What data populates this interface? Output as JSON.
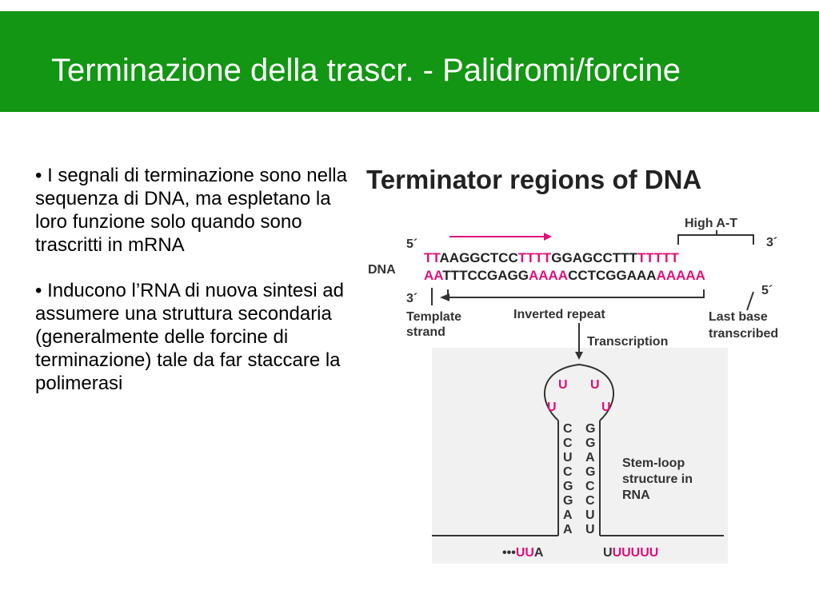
{
  "slide": {
    "title": "Terminazione della trascr. - Palidromi/forcine",
    "bullets": [
      "• I segnali di terminazione sono nella sequenza di DNA, ma espletano la loro funzione solo quando sono trascritti in mRNA",
      "• Inducono l’RNA di nuova sintesi ad assumere una struttura secondaria (generalmente delle forcine di terminazione) tale da far staccare la polimerasi"
    ]
  },
  "figure": {
    "title": "Terminator regions of DNA",
    "high_at_label": "High A-T",
    "dna_label": "DNA",
    "five_prime": "5´",
    "three_prime": "3´",
    "strand_top": {
      "seg1": "TT",
      "seg2": "AAGGCTCC",
      "seg3": "TTTT",
      "seg4": "GGAGCCT",
      "seg5": "TT",
      "seg6": "TTTTT"
    },
    "strand_bottom": {
      "seg1": "AA",
      "seg2": "TTTCCGAGG",
      "seg3": "AAAA",
      "seg4": "CCTCGGAAA",
      "seg5": "AAAAA"
    },
    "template_strand": [
      "Template",
      "strand"
    ],
    "inverted_repeat": "Inverted repeat",
    "last_base": [
      "Last base",
      "transcribed"
    ],
    "transcription": "Transcription",
    "loop_bases": [
      "U",
      "U",
      "U",
      "U"
    ],
    "stem_left": [
      "C",
      "C",
      "U",
      "C",
      "G",
      "G",
      "A",
      "A"
    ],
    "stem_right": [
      "G",
      "G",
      "A",
      "G",
      "C",
      "C",
      "U",
      "U"
    ],
    "stem_loop_label": [
      "Stem-loop",
      "structure in",
      "RNA"
    ],
    "rna_left_dots": "•••",
    "rna_left": "UU",
    "rna_left_a": "A",
    "rna_right_u": "U",
    "rna_right": "UUUUU"
  },
  "colors": {
    "title_bar": "#139613",
    "pink": "#e0107a",
    "grey_bg": "#f1f1f1"
  }
}
